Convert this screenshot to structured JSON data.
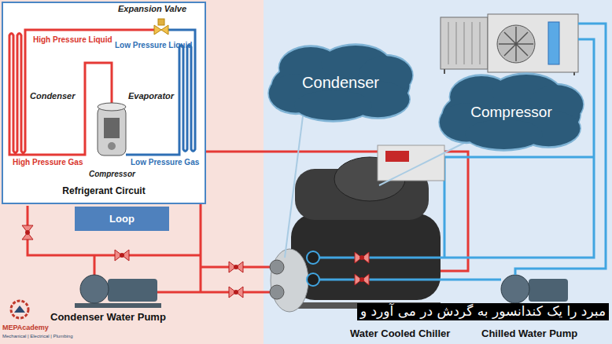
{
  "diagram": {
    "nodes": [
      {
        "text": [
          "Refrigerant Circuit"
        ]
      },
      {
        "text": [
          "Loop"
        ]
      },
      {
        "text": [
          "Condenser"
        ]
      },
      {
        "text": [
          "Compressor"
        ]
      }
    ],
    "labels": [
      "Expansion Valve",
      "High Pressure Liquid",
      "Low Pressure Liquid",
      "Condenser",
      "Evaporator",
      "Compressor",
      "High Pressure Gas",
      "Low Pressure Gas",
      "Condenser Water Pump",
      "Water Cooled Chiller",
      "Chilled Water Pump",
      "مبرد را یک کندانسور به گردش در می آورد و",
      "MEPAcademy",
      "Mechanical | Electrical | Plumbing"
    ]
  }
}
